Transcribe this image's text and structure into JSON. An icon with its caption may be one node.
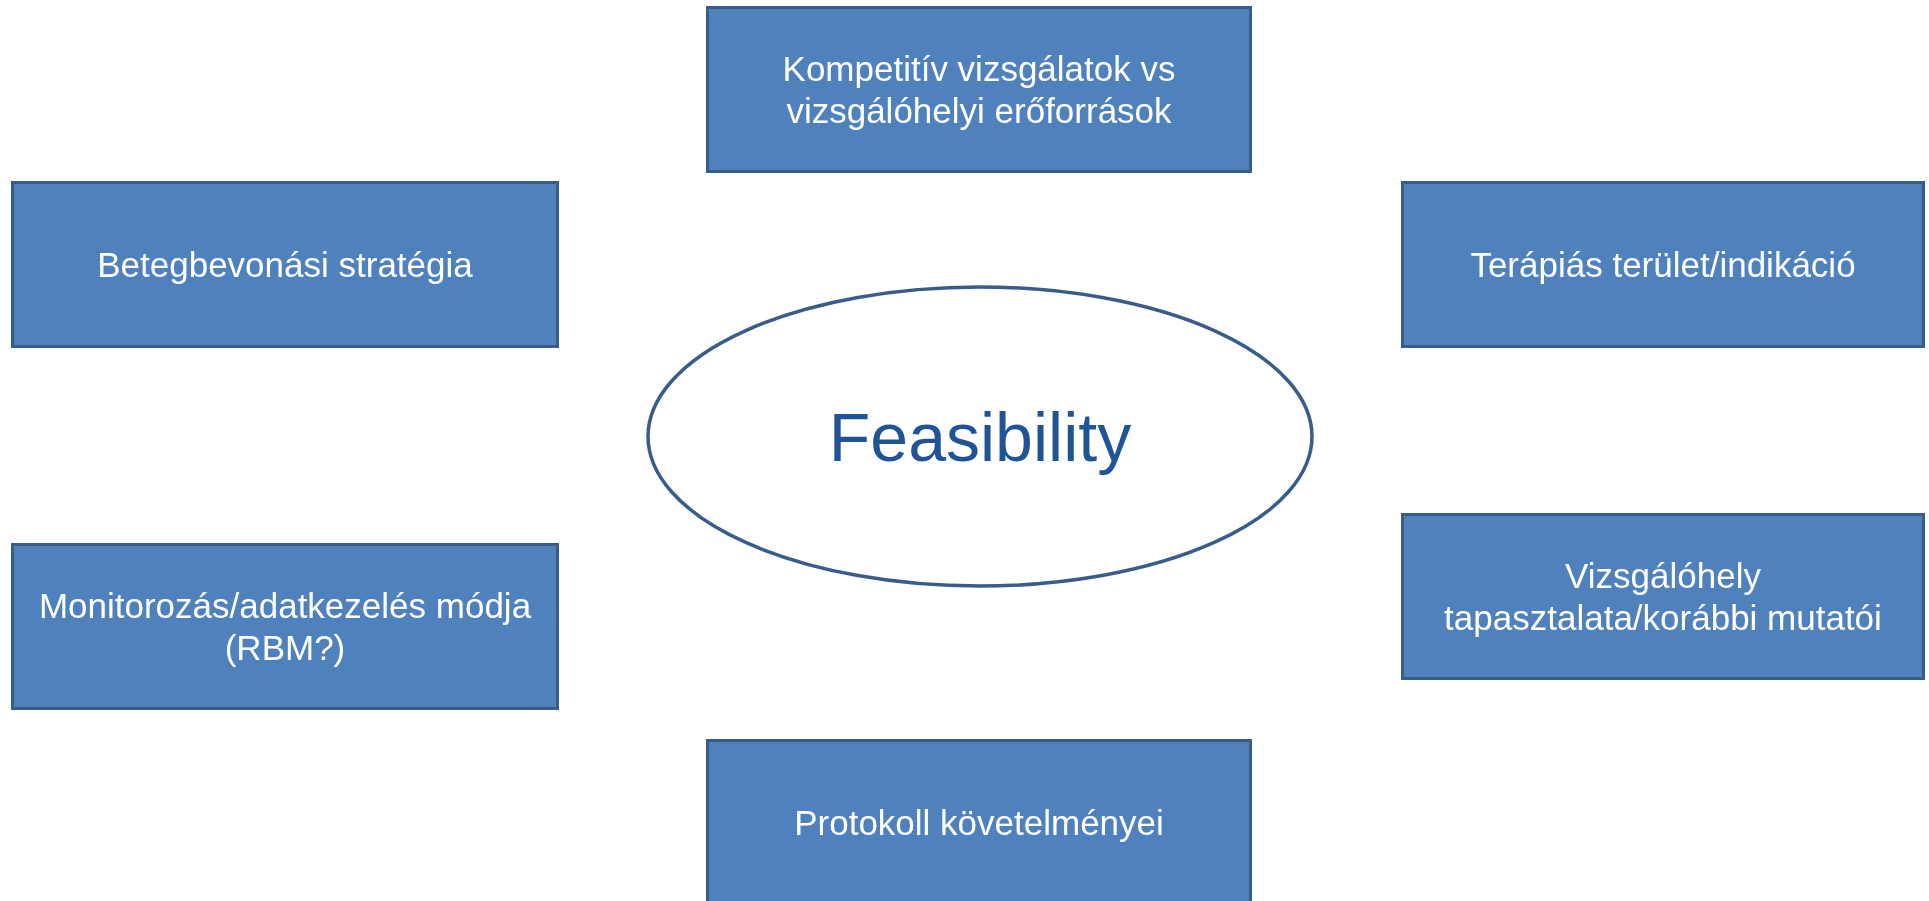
{
  "diagram": {
    "nodes": [
      {
        "text": [
          "Kompetitív vizsgálatok vs vizsgálóhelyi erőforrások"
        ]
      },
      {
        "text": [
          "Betegbevonási stratégia"
        ]
      },
      {
        "text": [
          "Terápiás terület/indikáció"
        ]
      },
      {
        "text": [
          "Feasibility"
        ]
      },
      {
        "text": [
          "Vizsgálóhely tapasztalata/korábbi mutatói"
        ]
      },
      {
        "text": [
          "Monitorozás/adatkezelés módja (RBM?)"
        ]
      },
      {
        "text": [
          "Protokoll követelményei"
        ]
      }
    ]
  }
}
